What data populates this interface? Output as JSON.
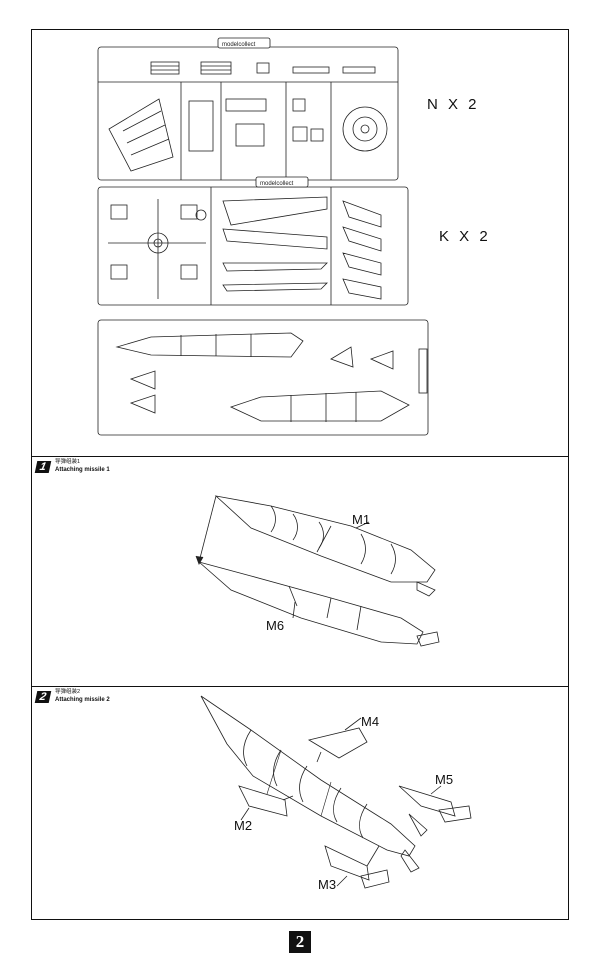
{
  "sprues": {
    "n_label": "N X 2",
    "k_label": "K X 2",
    "brand": "modelcollect"
  },
  "steps": [
    {
      "number": "1",
      "title_cn": "导弹组装1",
      "title_en": "Attaching missile 1",
      "parts": [
        "M1",
        "M6"
      ]
    },
    {
      "number": "2",
      "title_cn": "导弹组装2",
      "title_en": "Attaching missile 2",
      "parts": [
        "M4",
        "M5",
        "M2",
        "M3"
      ]
    }
  ],
  "page_number": "2"
}
